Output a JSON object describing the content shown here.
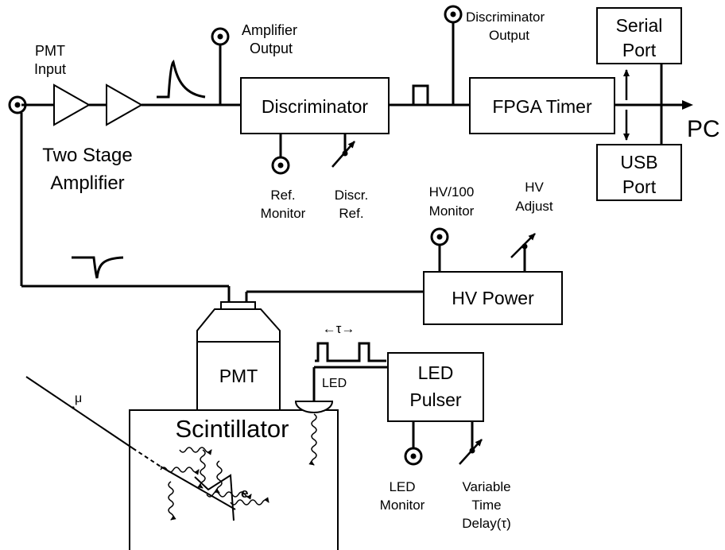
{
  "blocks": {
    "discriminator": "Discriminator",
    "fpga_timer": "FPGA Timer",
    "serial_port": [
      "Serial",
      "Port"
    ],
    "usb_port": [
      "USB",
      "Port"
    ],
    "hv_power": "HV Power",
    "pmt": "PMT",
    "led_pulser": [
      "LED",
      "Pulser"
    ],
    "scintillator": "Scintillator"
  },
  "labels": {
    "pmt_input": [
      "PMT",
      "Input"
    ],
    "amplifier_output": [
      "Amplifier",
      "Output"
    ],
    "discriminator_output": [
      "Discriminator",
      "Output"
    ],
    "two_stage_amplifier": [
      "Two Stage",
      "Amplifier"
    ],
    "ref_monitor": [
      "Ref.",
      "Monitor"
    ],
    "discr_ref": [
      "Discr.",
      "Ref."
    ],
    "hv100_monitor": [
      "HV/100",
      "Monitor"
    ],
    "hv_adjust": [
      "HV",
      "Adjust"
    ],
    "pc": "PC",
    "led": "LED",
    "tau_arrow": "←τ→",
    "led_monitor": [
      "LED",
      "Monitor"
    ],
    "variable_time_delay": [
      "Variable",
      "Time",
      "Delay(τ)"
    ],
    "muon": "μ",
    "electron": "e"
  }
}
